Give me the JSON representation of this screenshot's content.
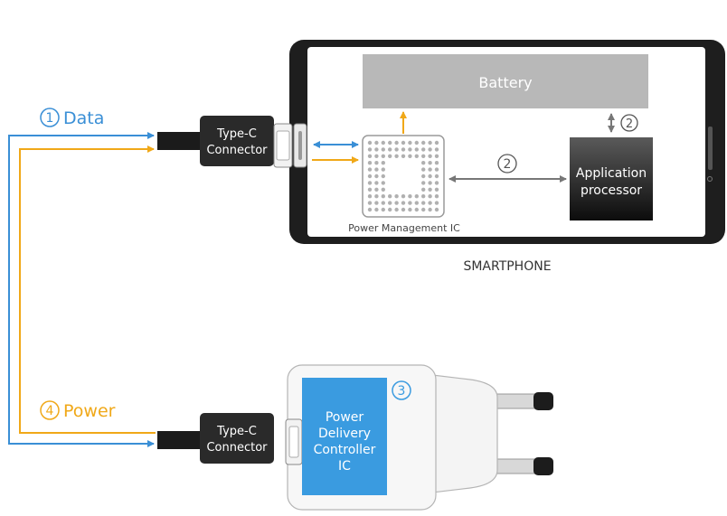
{
  "labels": {
    "data": "Data",
    "power": "Power",
    "num_data": "1",
    "num_power": "4",
    "num_ap_battery": "2",
    "num_pmic_ap": "2",
    "num_pd": "3",
    "type_c_top_1": "Type-C",
    "type_c_top_2": "Connector",
    "type_c_bottom_1": "Type-C",
    "type_c_bottom_2": "Connector",
    "battery": "Battery",
    "application_1": "Application",
    "application_2": "processor",
    "pmic": "Power Management IC",
    "smartphone": "SMARTPHONE",
    "pd_1": "Power",
    "pd_2": "Delivery",
    "pd_3": "Controller",
    "pd_4": "IC"
  },
  "colors": {
    "data": "#3a8fd6",
    "power": "#f0a818",
    "pd_box": "#3a9be0",
    "dark": "#222222",
    "battery": "#b8b8b8",
    "ap_top": "#555555",
    "ap_bottom": "#111111"
  }
}
